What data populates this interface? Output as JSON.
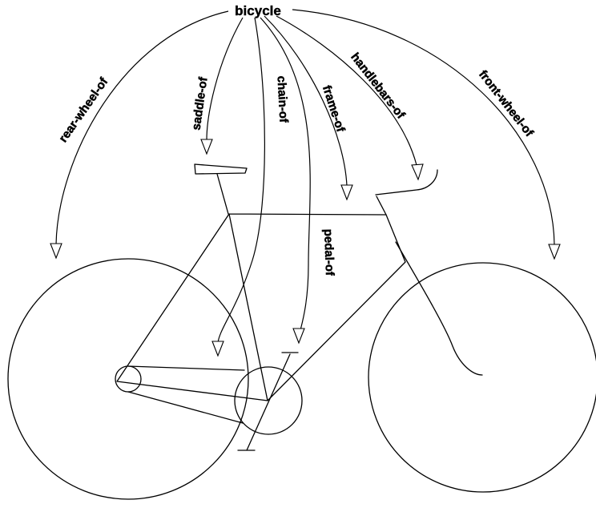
{
  "root": {
    "label": "bicycle"
  },
  "relations": [
    {
      "id": "rear-wheel",
      "label": "rear-wheel-of"
    },
    {
      "id": "saddle",
      "label": "saddle-of"
    },
    {
      "id": "chain",
      "label": "chain-of"
    },
    {
      "id": "frame",
      "label": "frame-of"
    },
    {
      "id": "pedal",
      "label": "pedal-of"
    },
    {
      "id": "handlebars",
      "label": "handlebars-of"
    },
    {
      "id": "front-wheel",
      "label": "front-wheel-of"
    }
  ]
}
